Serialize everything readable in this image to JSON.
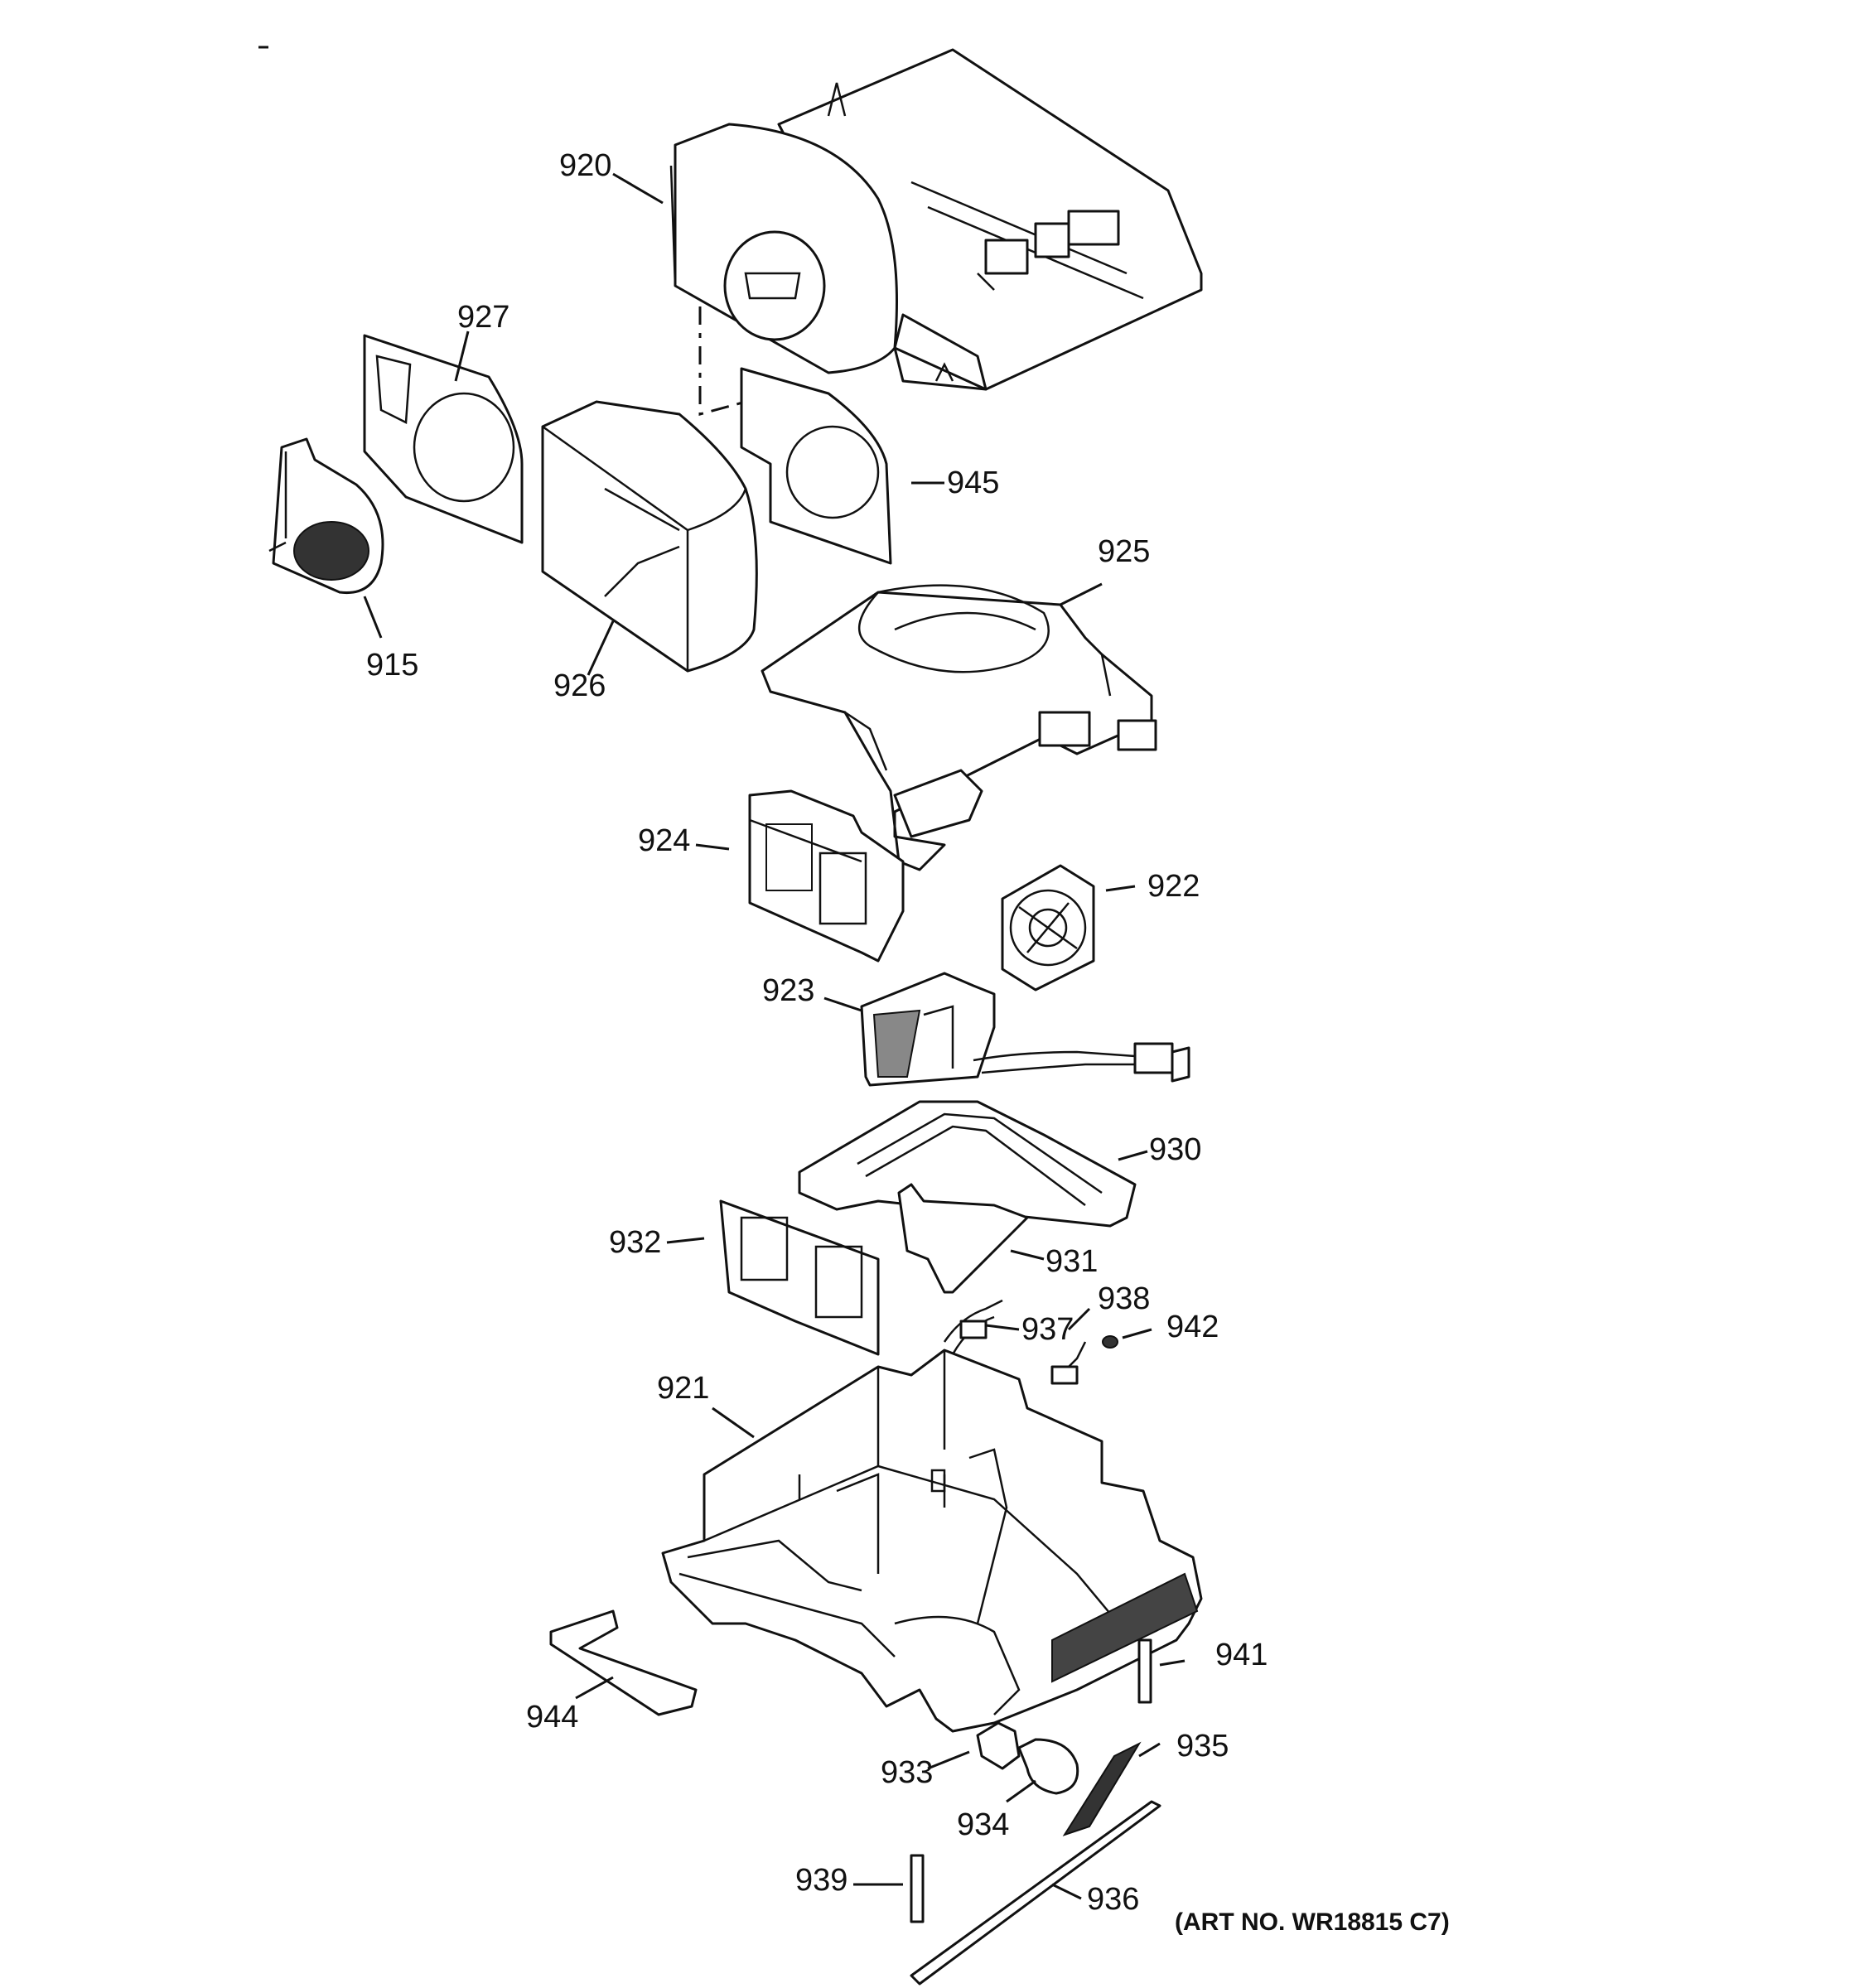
{
  "callouts": {
    "p920": "920",
    "p927": "927",
    "p945": "945",
    "p915": "915",
    "p926": "926",
    "p925": "925",
    "p924": "924",
    "p922": "922",
    "p923": "923",
    "p930": "930",
    "p932": "932",
    "p931": "931",
    "p938": "938",
    "p937": "937",
    "p942": "942",
    "p921": "921",
    "p941": "941",
    "p944": "944",
    "p935": "935",
    "p933": "933",
    "p934": "934",
    "p939": "939",
    "p936": "936"
  },
  "art_number": "(ART NO. WR18815 C7)"
}
